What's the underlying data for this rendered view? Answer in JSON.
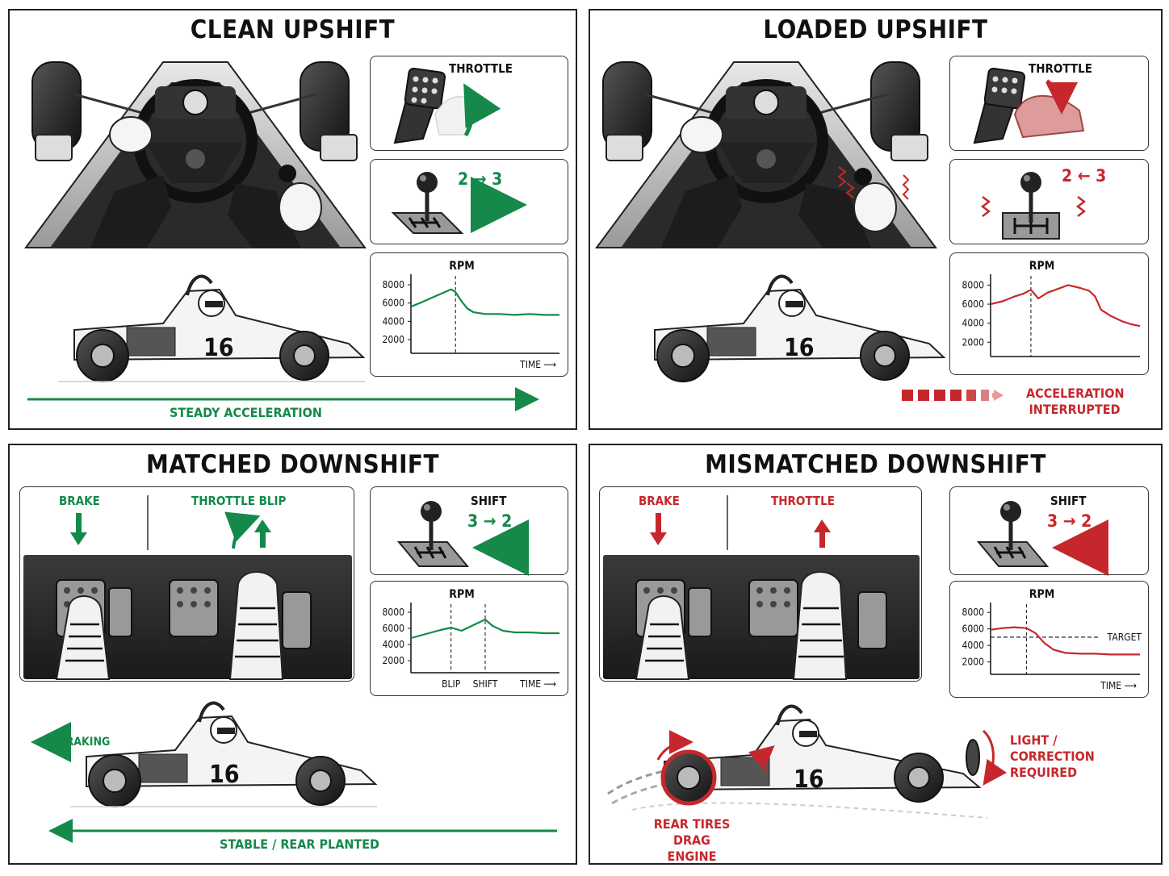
{
  "panels": {
    "clean_upshift": {
      "title": "CLEAN UPSHIFT",
      "throttle_label": "THROTTLE",
      "gear_label": "2 → 3",
      "car_number": "16",
      "caption": "STEADY ACCELERATION",
      "rpm_chart": {
        "type": "line",
        "title": "RPM",
        "xlabel": "TIME ⟶",
        "yticks": [
          2000,
          4000,
          6000,
          8000
        ],
        "ylim": [
          500,
          8800
        ],
        "x": [
          0,
          0.06,
          0.13,
          0.2,
          0.27,
          0.3,
          0.34,
          0.38,
          0.42,
          0.46,
          0.5,
          0.6,
          0.7,
          0.8,
          0.9,
          1.0
        ],
        "y": [
          5600,
          6000,
          6500,
          7000,
          7500,
          7200,
          6200,
          5400,
          5000,
          4900,
          4800,
          4800,
          4700,
          4800,
          4700,
          4700
        ],
        "markers": [
          0.3
        ],
        "color": "#14894a"
      }
    },
    "loaded_upshift": {
      "title": "LOADED UPSHIFT",
      "throttle_label": "THROTTLE",
      "gear_label": "2 ← 3",
      "car_number": "16",
      "caption_line1": "ACCELERATION",
      "caption_line2": "INTERRUPTED",
      "rpm_chart": {
        "type": "line",
        "title": "RPM",
        "yticks": [
          2000,
          4000,
          6000,
          8000
        ],
        "ylim": [
          500,
          8800
        ],
        "x": [
          0,
          0.08,
          0.16,
          0.22,
          0.27,
          0.32,
          0.38,
          0.45,
          0.52,
          0.6,
          0.66,
          0.7,
          0.74,
          0.8,
          0.88,
          0.94,
          1.0
        ],
        "y": [
          6000,
          6300,
          6800,
          7100,
          7500,
          6600,
          7200,
          7600,
          8000,
          7700,
          7400,
          6800,
          5400,
          4800,
          4200,
          3900,
          3700
        ],
        "markers": [
          0.27
        ],
        "color": "#c6272c"
      }
    },
    "matched_downshift": {
      "title": "MATCHED DOWNSHIFT",
      "brake_label": "BRAKE",
      "blip_label": "THROTTLE BLIP",
      "shift_label": "SHIFT",
      "gear_label": "3 → 2",
      "car_number": "16",
      "braking_label": "BRAKING",
      "caption": "STABLE / REAR PLANTED",
      "rpm_chart": {
        "type": "line",
        "title": "RPM",
        "xlabel": "TIME ⟶",
        "yticks": [
          2000,
          4000,
          6000,
          8000
        ],
        "ylim": [
          500,
          8800
        ],
        "x": [
          0,
          0.1,
          0.2,
          0.27,
          0.34,
          0.42,
          0.5,
          0.55,
          0.62,
          0.7,
          0.8,
          0.9,
          1.0
        ],
        "y": [
          4800,
          5300,
          5800,
          6100,
          5700,
          6400,
          7100,
          6300,
          5700,
          5500,
          5500,
          5400,
          5400
        ],
        "markers": [
          0.27,
          0.5
        ],
        "marker_labels": [
          "BLIP",
          "SHIFT"
        ],
        "color": "#14894a"
      }
    },
    "mismatched_downshift": {
      "title": "MISMATCHED DOWNSHIFT",
      "brake_label": "BRAKE",
      "throttle_label": "THROTTLE",
      "shift_label": "SHIFT",
      "gear_label": "3 → 2",
      "car_number": "16",
      "note_line1": "LIGHT /",
      "note_line2": "CORRECTION",
      "note_line3": "REQUIRED",
      "caption_line1": "REAR TIRES DRAG",
      "caption_line2": "ENGINE",
      "rpm_chart": {
        "type": "line",
        "title": "RPM",
        "xlabel": "TIME ⟶",
        "target_label": "TARGET",
        "target_value": 5000,
        "yticks": [
          2000,
          4000,
          6000,
          8000
        ],
        "ylim": [
          500,
          8800
        ],
        "x": [
          0,
          0.08,
          0.16,
          0.24,
          0.3,
          0.36,
          0.42,
          0.5,
          0.6,
          0.7,
          0.8,
          0.9,
          1.0
        ],
        "y": [
          5900,
          6100,
          6200,
          6100,
          5500,
          4300,
          3500,
          3100,
          3000,
          3000,
          2900,
          2900,
          2900
        ],
        "markers": [
          0.24
        ],
        "color": "#c6272c"
      }
    }
  },
  "colors": {
    "green": "#14894a",
    "red": "#c6272c",
    "ink": "#111111"
  }
}
